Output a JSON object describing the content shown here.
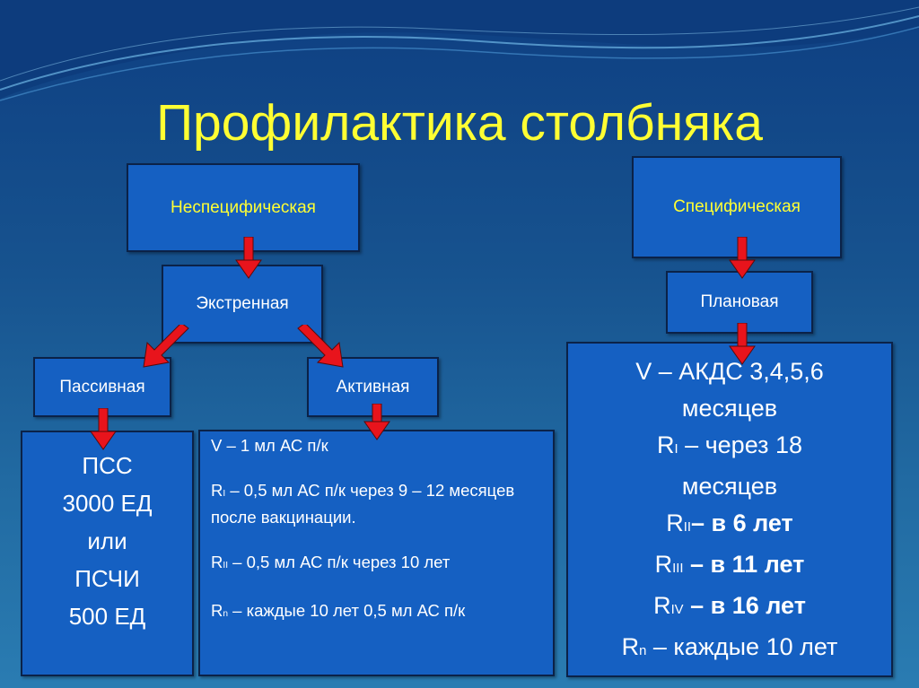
{
  "title": "Профилактика столбняка",
  "boxes": {
    "nonspecific": "Неспецифическая",
    "specific": "Специфическая",
    "emergency": "Экстренная",
    "planned": "Плановая",
    "passive": "Пассивная",
    "active": "Активная"
  },
  "passive_detail": {
    "line1": "ПСС",
    "line2": "3000 ЕД",
    "line3": "или",
    "line4": "ПСЧИ",
    "line5": "500 ЕД"
  },
  "active_detail": {
    "item1": "V – 1 мл АС п/к",
    "item2_sym": "R",
    "item2_sub": "I",
    "item2_text": " – 0,5 мл АС п/к через 9 – 12 месяцев после вакцинации.",
    "item3_sym": "R",
    "item3_sub": "II",
    "item3_text": " – 0,5 мл АС п/к через 10 лет",
    "item4_sym": "R",
    "item4_sub": "n",
    "item4_text": " – каждые 10 лет 0,5 мл АС п/к"
  },
  "planned_detail": {
    "line1": "V – АКДС  3,4,5,6",
    "line2": "месяцев",
    "line3_sym": "R",
    "line3_sub": "I",
    "line3_text": " – через 18",
    "line4": "месяцев",
    "line5_sym": "R",
    "line5_sub": "II",
    "line5_text": "– в 6 лет",
    "line6_sym": "R",
    "line6_sub": "III",
    "line6_text": " – в 11 лет",
    "line7_sym": "R",
    "line7_sub": "IV",
    "line7_text": " – в 16 лет",
    "line8_sym": "R",
    "line8_sub": "n",
    "line8_text": " – каждые 10 лет"
  },
  "colors": {
    "title": "#ffff33",
    "box_fill": "#1560c2",
    "arrow": "#e8141c"
  }
}
